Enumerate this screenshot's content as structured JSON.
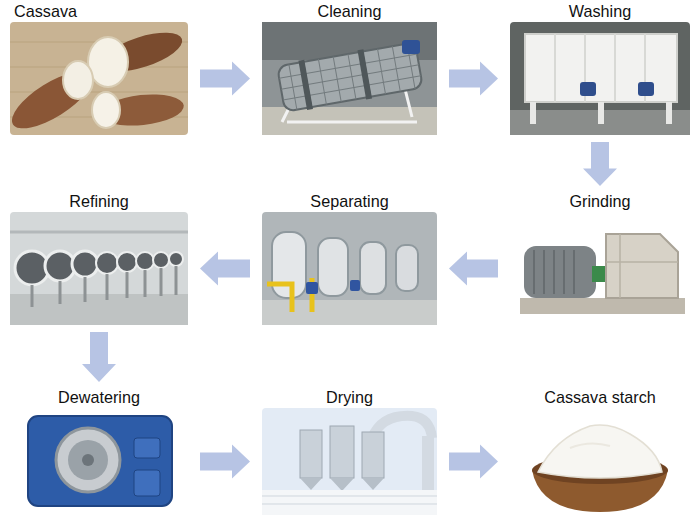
{
  "diagram": {
    "nodes": [
      {
        "text": [
          "Cassava"
        ]
      },
      {
        "text": [
          "Cleaning"
        ]
      },
      {
        "text": [
          "Washing"
        ]
      },
      {
        "text": [
          "Grinding"
        ]
      },
      {
        "text": [
          "Separating"
        ]
      },
      {
        "text": [
          "Refining"
        ]
      },
      {
        "text": [
          "Dewatering"
        ]
      },
      {
        "text": [
          "Drying"
        ]
      },
      {
        "text": [
          "Cassava starch"
        ]
      }
    ],
    "edges": [
      {
        "from": 0,
        "to": 1,
        "arrow": "to"
      },
      {
        "from": 1,
        "to": 2,
        "arrow": "to"
      },
      {
        "from": 2,
        "to": 3,
        "arrow": "to"
      },
      {
        "from": 3,
        "to": 4,
        "arrow": "to"
      },
      {
        "from": 4,
        "to": 5,
        "arrow": "to"
      },
      {
        "from": 5,
        "to": 6,
        "arrow": "to"
      },
      {
        "from": 6,
        "to": 7,
        "arrow": "to"
      },
      {
        "from": 7,
        "to": 8,
        "arrow": "to"
      }
    ]
  }
}
